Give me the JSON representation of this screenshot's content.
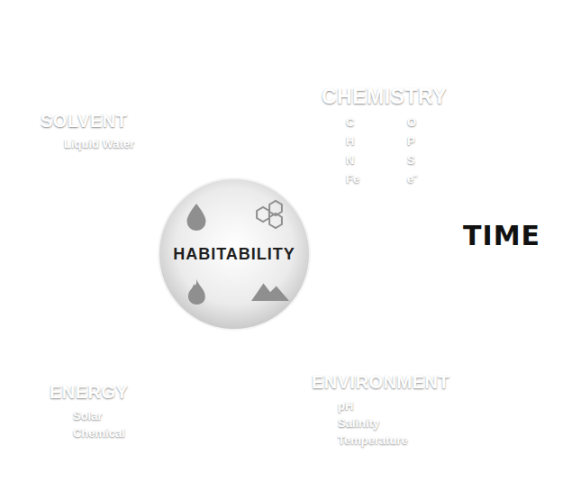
{
  "diagram": {
    "nodes": [
      {
        "text": [
          "SOLVENT",
          "Liquid Water"
        ]
      },
      {
        "text": [
          "CHEMISTRY",
          "C",
          "H",
          "N",
          "Fe",
          "O",
          "P",
          "S",
          "e⁻"
        ]
      },
      {
        "text": [
          "HABITABILITY"
        ]
      },
      {
        "text": [
          "ENERGY",
          "Solar",
          "Chemical"
        ]
      },
      {
        "text": [
          "ENVIRONMENT",
          "pH",
          "Salinity",
          "Temperature"
        ]
      }
    ],
    "labels": [
      "TIME"
    ]
  }
}
